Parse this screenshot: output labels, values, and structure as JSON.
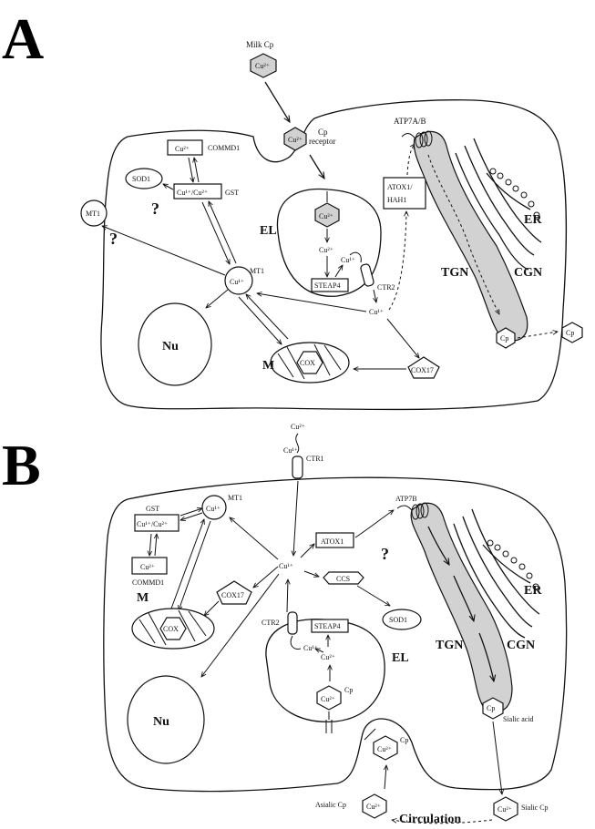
{
  "panels": {
    "a": "A",
    "b": "B"
  },
  "panel_a": {
    "milk_cp": "Milk Cp",
    "cu2": "Cu²⁺",
    "cu1": "Cu¹⁺",
    "cp_receptor_1": "Cp",
    "cp_receptor_2": "receptor",
    "commd1": "COMMD1",
    "sod1": "SOD1",
    "gst": "GST",
    "cu_pair": "Cu¹⁺/Cu²⁺",
    "question": "?",
    "mt1": "MT1",
    "el": "EL",
    "steap4": "STEAP4",
    "ctr2": "CTR2",
    "atox1_1": "ATOX1/",
    "atox1_2": "HAH1",
    "atp7ab": "ATP7A/B",
    "er": "ER",
    "tgn": "TGN",
    "cgn": "CGN",
    "nu": "Nu",
    "m": "M",
    "cox": "COX",
    "cox17": "COX17",
    "cp": "Cp"
  },
  "panel_b": {
    "cu2": "Cu²⁺",
    "cu1": "Cu¹⁺",
    "ctr1": "CTR1",
    "gst": "GST",
    "cu_pair": "Cu¹⁺/Cu²⁺",
    "mt1": "MT1",
    "commd1": "COMMD1",
    "atox1": "ATOX1",
    "atp7b": "ATP7B",
    "question": "?",
    "ccs": "CCS",
    "sod1": "SOD1",
    "cox17": "COX17",
    "m": "M",
    "cox": "COX",
    "ctr2": "CTR2",
    "steap4": "STEAP4",
    "el": "EL",
    "cp": "Cp",
    "er": "ER",
    "tgn": "TGN",
    "cgn": "CGN",
    "nu": "Nu",
    "sialic_acid": "Sialic acid",
    "sialic_cp": "Sialic Cp",
    "asialic_cp": "Asialic Cp",
    "circulation": "Circulation"
  }
}
